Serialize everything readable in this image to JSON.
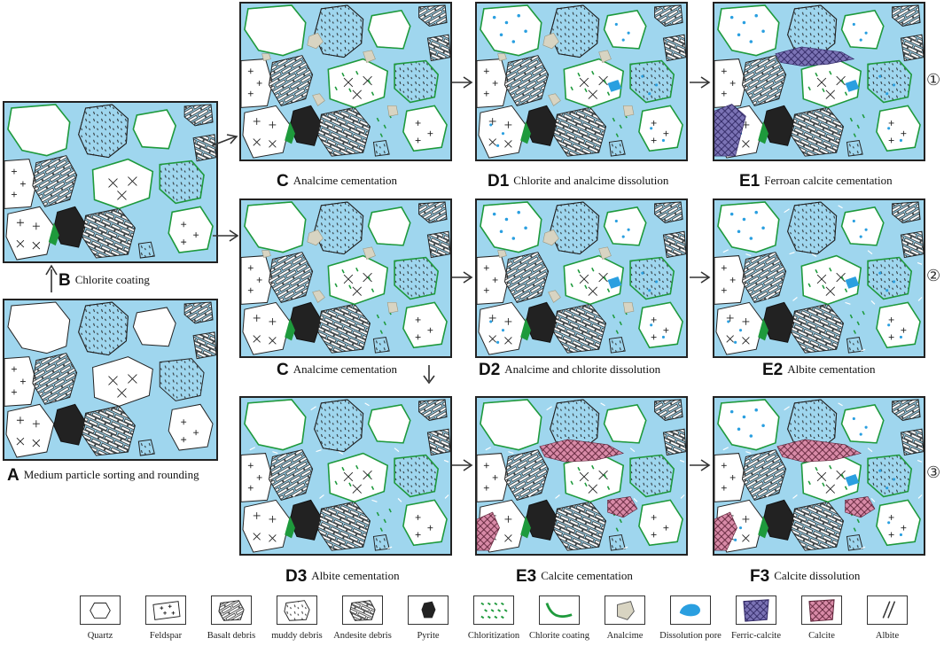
{
  "captions": {
    "A": {
      "letter": "A",
      "text": "Medium particle sorting and rounding"
    },
    "B": {
      "letter": "B",
      "text": "Chlorite coating"
    },
    "C1": {
      "letter": "C",
      "text": "Analcime cementation"
    },
    "C2": {
      "letter": "C",
      "text": "Analcime cementation"
    },
    "D1": {
      "letter": "D1",
      "text": "Chlorite and analcime dissolution"
    },
    "D2": {
      "letter": "D2",
      "text": "Analcime and chlorite dissolution"
    },
    "D3": {
      "letter": "D3",
      "text": "Albite cementation"
    },
    "E1": {
      "letter": "E1",
      "text": "Ferroan calcite cementation"
    },
    "E2": {
      "letter": "E2",
      "text": "Albite cementation"
    },
    "E3": {
      "letter": "E3",
      "text": "Calcite cementation"
    },
    "F3": {
      "letter": "F3",
      "text": "Calcite dissolution"
    }
  },
  "path_numbers": [
    "①",
    "②",
    "③"
  ],
  "legend": [
    {
      "label": "Quartz",
      "icon": "quartz-icon"
    },
    {
      "label": "Feldspar",
      "icon": "feldspar-icon"
    },
    {
      "label": "Basalt  debris",
      "icon": "basalt-debris-icon"
    },
    {
      "label": "muddy  debris",
      "icon": "muddy-debris-icon"
    },
    {
      "label": "Andesite debris",
      "icon": "andesite-debris-icon"
    },
    {
      "label": "Pyrite",
      "icon": "pyrite-icon"
    },
    {
      "label": "Chloritization",
      "icon": "chloritization-icon"
    },
    {
      "label": "Chlorite coating",
      "icon": "chlorite-coating-icon"
    },
    {
      "label": "Analcime",
      "icon": "analcime-icon"
    },
    {
      "label": "Dissolution pore",
      "icon": "dissolution-pore-icon"
    },
    {
      "label": "Ferric-calcite",
      "icon": "ferric-calcite-icon"
    },
    {
      "label": "Calcite",
      "icon": "calcite-icon"
    },
    {
      "label": "Albite",
      "icon": "albite-icon"
    }
  ],
  "colors": {
    "pore_water": "#9fd6ee",
    "chlorite": "#1e9a3c",
    "analcime": "#d8d4c2",
    "dissolution": "#2a9fe0",
    "ferric_calcite": "#6f68a8",
    "calcite": "#d77fa0",
    "pyrite": "#222222"
  }
}
